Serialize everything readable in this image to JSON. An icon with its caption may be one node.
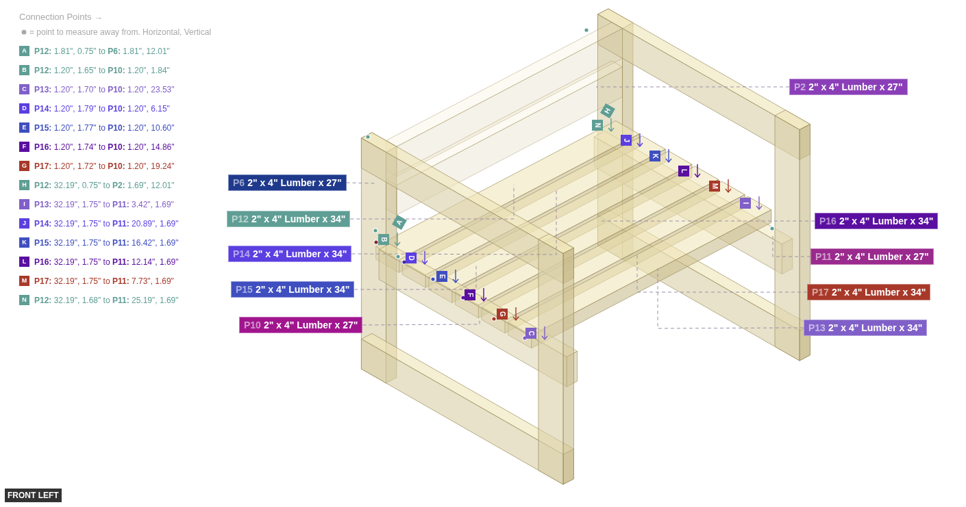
{
  "diagram": {
    "nodes": [
      {
        "text": [
          "P6",
          "2\" x 4\" Lumber x 27\""
        ]
      },
      {
        "text": [
          "P12",
          "2\" x 4\" Lumber x 34\""
        ]
      },
      {
        "text": [
          "P14",
          "2\" x 4\" Lumber x 34\""
        ]
      },
      {
        "text": [
          "P15",
          "2\" x 4\" Lumber x 34\""
        ]
      },
      {
        "text": [
          "P10",
          "2\" x 4\" Lumber x 27\""
        ]
      },
      {
        "text": [
          "P2",
          "2\" x 4\" Lumber x 27\""
        ]
      },
      {
        "text": [
          "P16",
          "2\" x 4\" Lumber x 34\""
        ]
      },
      {
        "text": [
          "P11",
          "2\" x 4\" Lumber x 27\""
        ]
      },
      {
        "text": [
          "P17",
          "2\" x 4\" Lumber x 34\""
        ]
      },
      {
        "text": [
          "P13",
          "2\" x 4\" Lumber x 34\""
        ]
      }
    ],
    "edges": [
      {
        "from": 0,
        "to": null,
        "arrow": "none",
        "style": "dashed"
      },
      {
        "from": 1,
        "to": null,
        "arrow": "none",
        "style": "dashed"
      },
      {
        "from": 2,
        "to": null,
        "arrow": "none",
        "style": "dashed"
      },
      {
        "from": 3,
        "to": null,
        "arrow": "none",
        "style": "dashed"
      },
      {
        "from": 4,
        "to": null,
        "arrow": "none",
        "style": "dashed"
      },
      {
        "from": 5,
        "to": null,
        "arrow": "none",
        "style": "dashed"
      },
      {
        "from": 6,
        "to": null,
        "arrow": "none",
        "style": "dashed"
      },
      {
        "from": 7,
        "to": null,
        "arrow": "none",
        "style": "dashed"
      },
      {
        "from": 8,
        "to": null,
        "arrow": "none",
        "style": "dashed"
      },
      {
        "from": 9,
        "to": null,
        "arrow": "none",
        "style": "dashed"
      }
    ],
    "labels": [
      "Connection Points →",
      "= point to measure away from. Horizontal, Vertical",
      "A",
      "**P12:** 1.81\", 0.75\" to **P6:** 1.81\", 12.01\"",
      "B",
      "**P12:** 1.20\", 1.65\" to **P10:** 1.20\", 1.84\"",
      "C",
      "**P13:** 1.20\", 1.70\" to **P10:** 1.20\", 23.53\"",
      "D",
      "**P14:** 1.20\", 1.79\" to **P10:** 1.20\", 6.15\"",
      "E",
      "**P15:** 1.20\", 1.77\" to **P10:** 1.20\", 10.60\"",
      "F",
      "**P16:** 1.20\", 1.74\" to **P10:** 1.20\", 14.86\"",
      "G",
      "**P17:** 1.20\", 1.72\" to **P10:** 1.20\", 19.24\"",
      "H",
      "**P12:** 32.19\", 0.75\" to **P2:** 1.69\", 12.01\"",
      "I",
      "**P13:** 32.19\", 1.75\" to **P11:** 3.42\", 1.69\"",
      "J",
      "**P14:** 32.19\", 1.75\" to **P11:** 20.89\", 1.69\"",
      "K",
      "**P15:** 32.19\", 1.75\" to **P11:** 16.42\", 1.69\"",
      "L",
      "**P16:** 32.19\", 1.75\" to **P11:** 12.14\", 1.69\"",
      "M",
      "**P17:** 32.19\", 1.75\" to **P11:** 7.73\", 1.69\"",
      "N",
      "**P12:** 32.19\", 1.68\" to **P11:** 25.19\", 1.69\"",
      "H",
      "N",
      "J",
      "K",
      "L",
      "M",
      "A",
      "I",
      "B",
      "D",
      "E",
      "F",
      "G",
      "C",
      "FRONT LEFT"
    ]
  }
}
